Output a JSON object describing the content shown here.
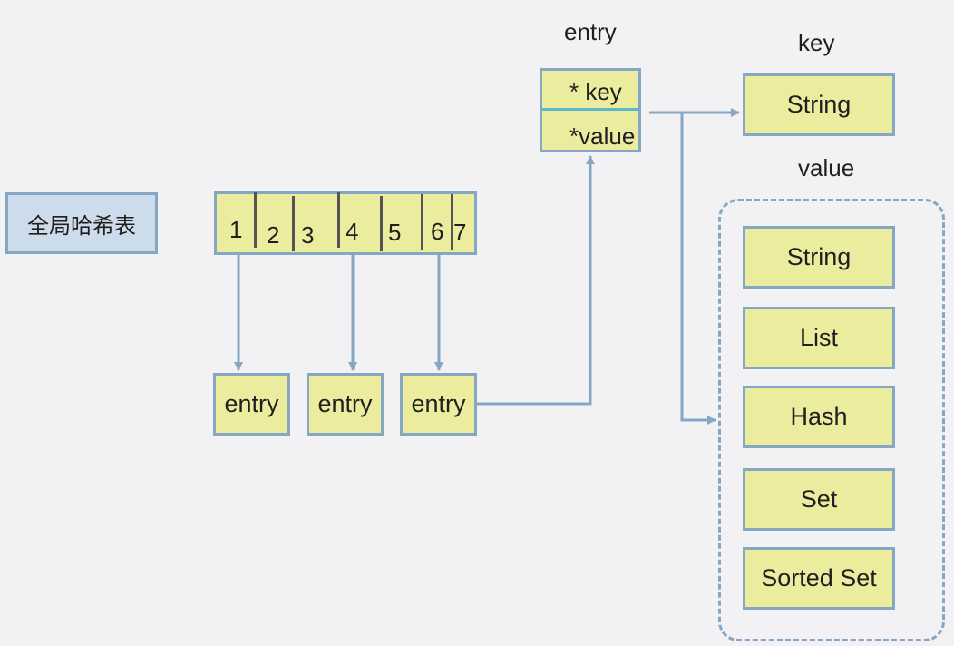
{
  "global_table_label": "全局哈希表",
  "bucket_numbers": [
    "1",
    "2",
    "3",
    "4",
    "5",
    "6",
    "7"
  ],
  "entry_boxes": [
    "entry",
    "entry",
    "entry"
  ],
  "entry_struct": {
    "title": "entry",
    "key_field": "* key",
    "value_field": "*value"
  },
  "key_section": {
    "title": "key",
    "type": "String"
  },
  "value_section": {
    "title": "value",
    "types": [
      "String",
      "List",
      "Hash",
      "Set",
      "Sorted Set"
    ]
  },
  "colors": {
    "background": "#f2f2f4",
    "box_fill": "#ecec9f",
    "box_border": "#86a7c4",
    "global_fill": "#cddcea",
    "arrow": "#86a7c4",
    "divider": "#5fb5c9"
  }
}
